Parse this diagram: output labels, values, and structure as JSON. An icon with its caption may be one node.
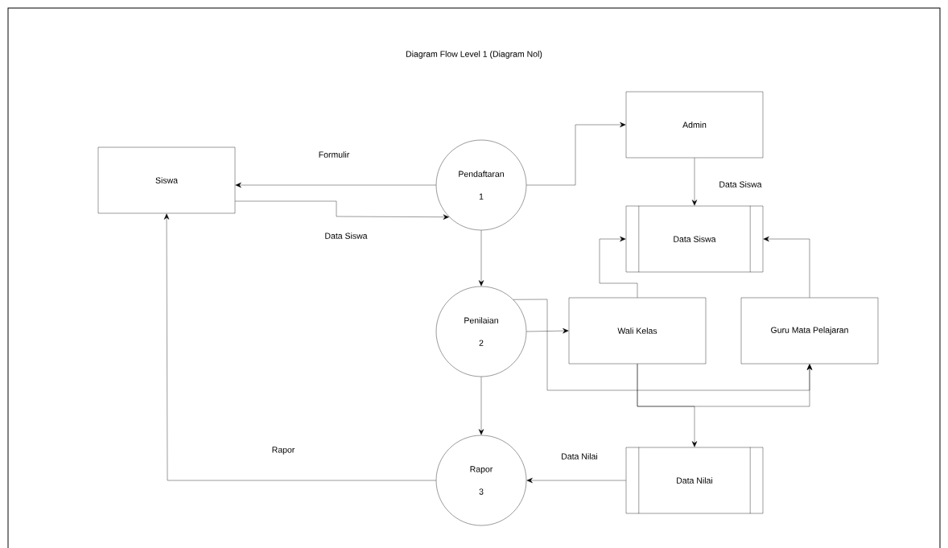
{
  "diagram": {
    "title": "Diagram Flow Level 1 (Diagram Nol)",
    "nodes": [
      {
        "text": [
          "Siswa"
        ]
      },
      {
        "text": [
          "Pendaftaran",
          "1"
        ]
      },
      {
        "text": [
          "Admin"
        ]
      },
      {
        "text": [
          "Data Siswa"
        ]
      },
      {
        "text": [
          "Penilaian",
          "2"
        ]
      },
      {
        "text": [
          "Wali Kelas"
        ]
      },
      {
        "text": [
          "Guru Mata Pelajaran"
        ]
      },
      {
        "text": [
          "Rapor",
          "3"
        ]
      },
      {
        "text": [
          "Data Nilai"
        ]
      }
    ],
    "edges": [
      {
        "from": 1,
        "to": 0,
        "arrow": "to",
        "label": "Formulir"
      },
      {
        "from": 0,
        "to": 1,
        "arrow": "to",
        "label": "Data Siswa"
      },
      {
        "from": 1,
        "to": 2,
        "arrow": "to"
      },
      {
        "from": 2,
        "to": 3,
        "arrow": "to",
        "label": "Data Siswa"
      },
      {
        "from": 1,
        "to": 4,
        "arrow": "to"
      },
      {
        "from": 5,
        "to": 3,
        "arrow": "to"
      },
      {
        "from": 6,
        "to": 3,
        "arrow": "to"
      },
      {
        "from": 4,
        "to": 5,
        "arrow": "to"
      },
      {
        "from": 4,
        "to": 6,
        "arrow": "to"
      },
      {
        "from": 5,
        "to": 6,
        "arrow": "to"
      },
      {
        "from": 5,
        "to": 8,
        "arrow": "to"
      },
      {
        "from": 8,
        "to": 7,
        "arrow": "to",
        "label": "Data Nilai"
      },
      {
        "from": 7,
        "to": 0,
        "arrow": "to",
        "label": "Rapor"
      },
      {
        "from": 4,
        "to": 7,
        "arrow": "to"
      }
    ]
  }
}
